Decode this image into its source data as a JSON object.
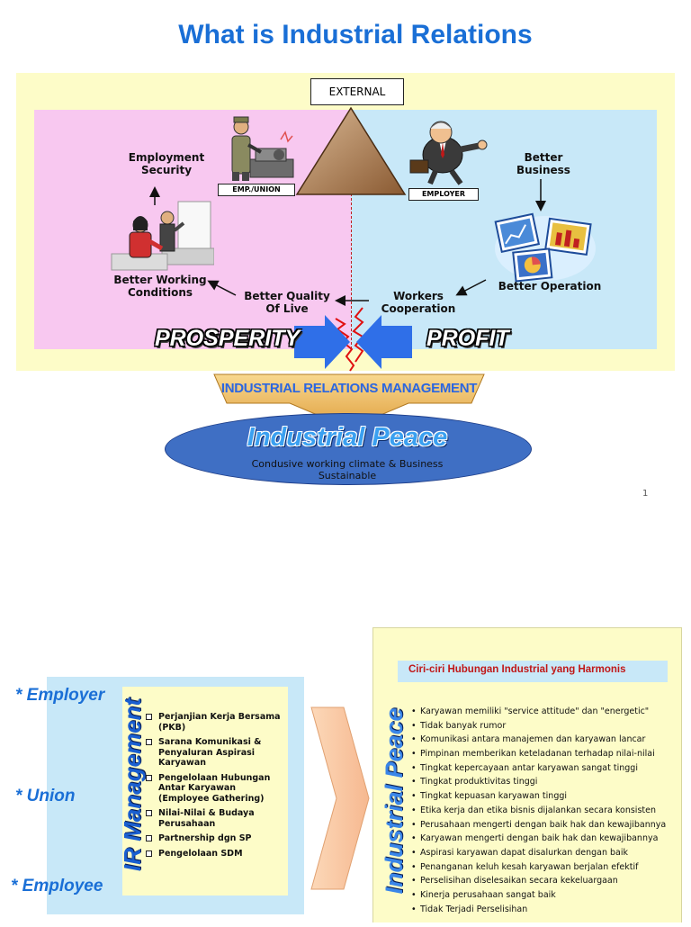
{
  "slide1": {
    "title": "What is Industrial Relations",
    "external": "EXTERNAL",
    "emp_union_tag": "EMP./UNION",
    "employer_tag": "EMPLOYER",
    "labels": {
      "employment_security": "Employment\nSecurity",
      "better_business": "Better\nBusiness",
      "better_working_conditions": "Better Working\nConditions",
      "better_quality_of_live": "Better Quality\nOf Live",
      "workers_cooperation": "Workers\nCooperation",
      "better_operation": "Better Operation"
    },
    "prosperity": "PROSPERITY",
    "profit": "PROFIT",
    "irm": "INDUSTRIAL RELATIONS MANAGEMENT",
    "peace_title": "Industrial Peace",
    "peace_subtitle": "Condusive working climate & Business\nSustainable",
    "page_number": "1"
  },
  "slide2": {
    "stakeholders": [
      "* Employer",
      "* Union",
      "* Employee"
    ],
    "ir_management_title": "IR Management",
    "management_items": [
      "Perjanjian Kerja Bersama (PKB)",
      "Sarana Komunikasi & Penyaluran Aspirasi Karyawan",
      "Pengelolaan Hubungan Antar Karyawan (Employee Gathering)",
      "Nilai-Nilai & Budaya Perusahaan",
      "Partnership dgn SP",
      "Pengelolaan SDM"
    ],
    "industrial_peace_title": "Industrial Peace",
    "ciri_heading": "Ciri-ciri Hubungan Industrial yang Harmonis",
    "ciri_items": [
      "Karyawan memiliki \"service attitude\" dan \"energetic\"",
      "Tidak banyak rumor",
      "Komunikasi antara manajemen dan karyawan lancar",
      "Pimpinan memberikan keteladanan terhadap nilai-nilai",
      "Tingkat kepercayaan antar karyawan sangat tinggi",
      "Tingkat produktivitas tinggi",
      "Tingkat kepuasan karyawan tinggi",
      "Etika kerja dan etika bisnis dijalankan secara konsisten",
      "Perusahaan mengerti dengan baik hak dan kewajibannya",
      "Karyawan mengerti dengan baik hak dan kewajibannya",
      "Aspirasi karyawan dapat disalurkan dengan baik",
      "Penanganan keluh kesah karyawan berjalan efektif",
      "Perselisihan diselesaikan secara kekeluargaan",
      "Kinerja perusahaan sangat baik",
      "Tidak Terjadi Perselisihan"
    ]
  },
  "colors": {
    "title_blue": "#1a6fd6",
    "frame_yellow": "#fdfcc8",
    "pink": "#f8c8f0",
    "light_blue": "#c8e8f8",
    "irm_gold": "#e8b050",
    "ellipse_blue": "#3f6fc4"
  }
}
